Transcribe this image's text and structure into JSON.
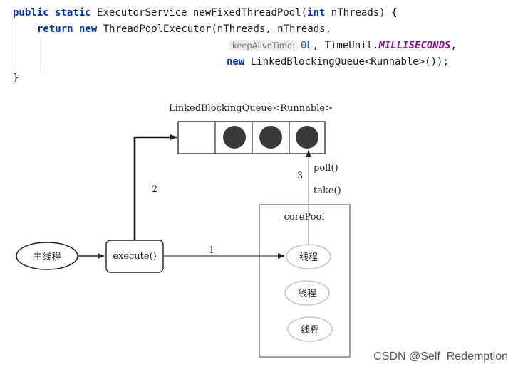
{
  "code": {
    "l1": {
      "kw1": "public",
      "kw2": "static",
      "rest": "ExecutorService newFixedThreadPool(",
      "kw3": "int",
      "rest2": "nThreads) {"
    },
    "l2": {
      "kw1": "return",
      "kw2": "new",
      "rest": "ThreadPoolExecutor(nThreads, nThreads,"
    },
    "l3": {
      "hint": "keepAliveTime:",
      "num": "0L",
      "sep": ", TimeUnit.",
      "const": "MILLISECONDS",
      "tail": ","
    },
    "l4": {
      "kw": "new",
      "rest": "LinkedBlockingQueue<Runnable>());"
    },
    "l5": "}"
  },
  "diagram": {
    "queue_title": "LinkedBlockingQueue<Runnable>",
    "main_thread": "主线程",
    "execute": "execute()",
    "corepool": "corePool",
    "worker1": "线程",
    "worker2": "线程",
    "worker3": "线程",
    "step1": "1",
    "step2": "2",
    "step3": "3",
    "poll": "poll()",
    "take": "take()"
  },
  "watermark": "CSDN @Self  Redemption"
}
